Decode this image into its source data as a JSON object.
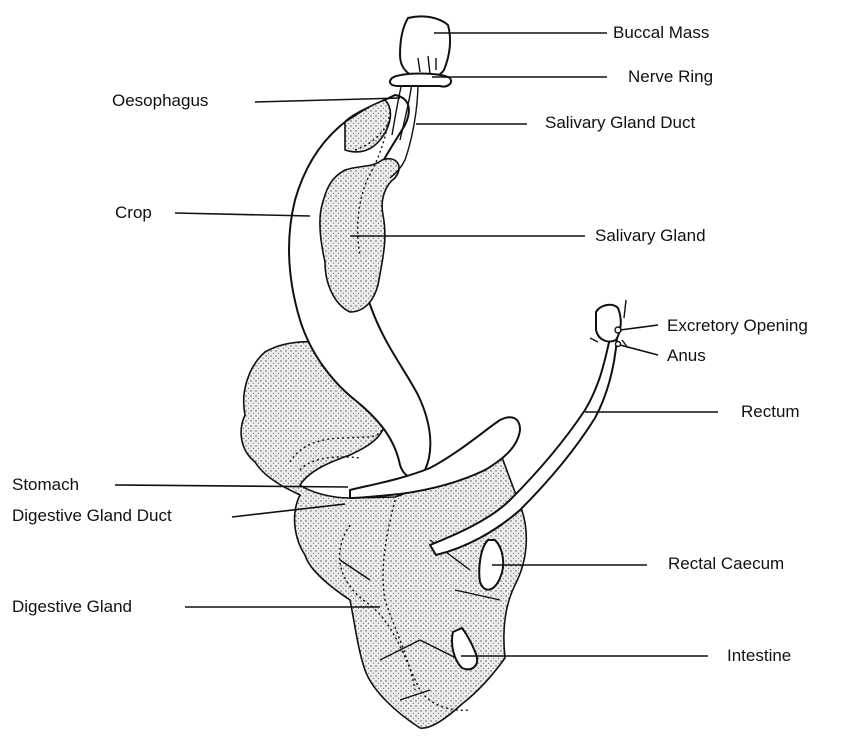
{
  "labels": {
    "buccal_mass": "Buccal Mass",
    "nerve_ring": "Nerve Ring",
    "oesophagus": "Oesophagus",
    "salivary_gland_duct": "Salivary Gland Duct",
    "crop": "Crop",
    "salivary_gland": "Salivary Gland",
    "excretory_opening": "Excretory Opening",
    "anus": "Anus",
    "rectum": "Rectum",
    "stomach": "Stomach",
    "digestive_gland_duct": "Digestive Gland Duct",
    "rectal_caecum": "Rectal Caecum",
    "digestive_gland": "Digestive Gland",
    "intestine": "Intestine"
  }
}
